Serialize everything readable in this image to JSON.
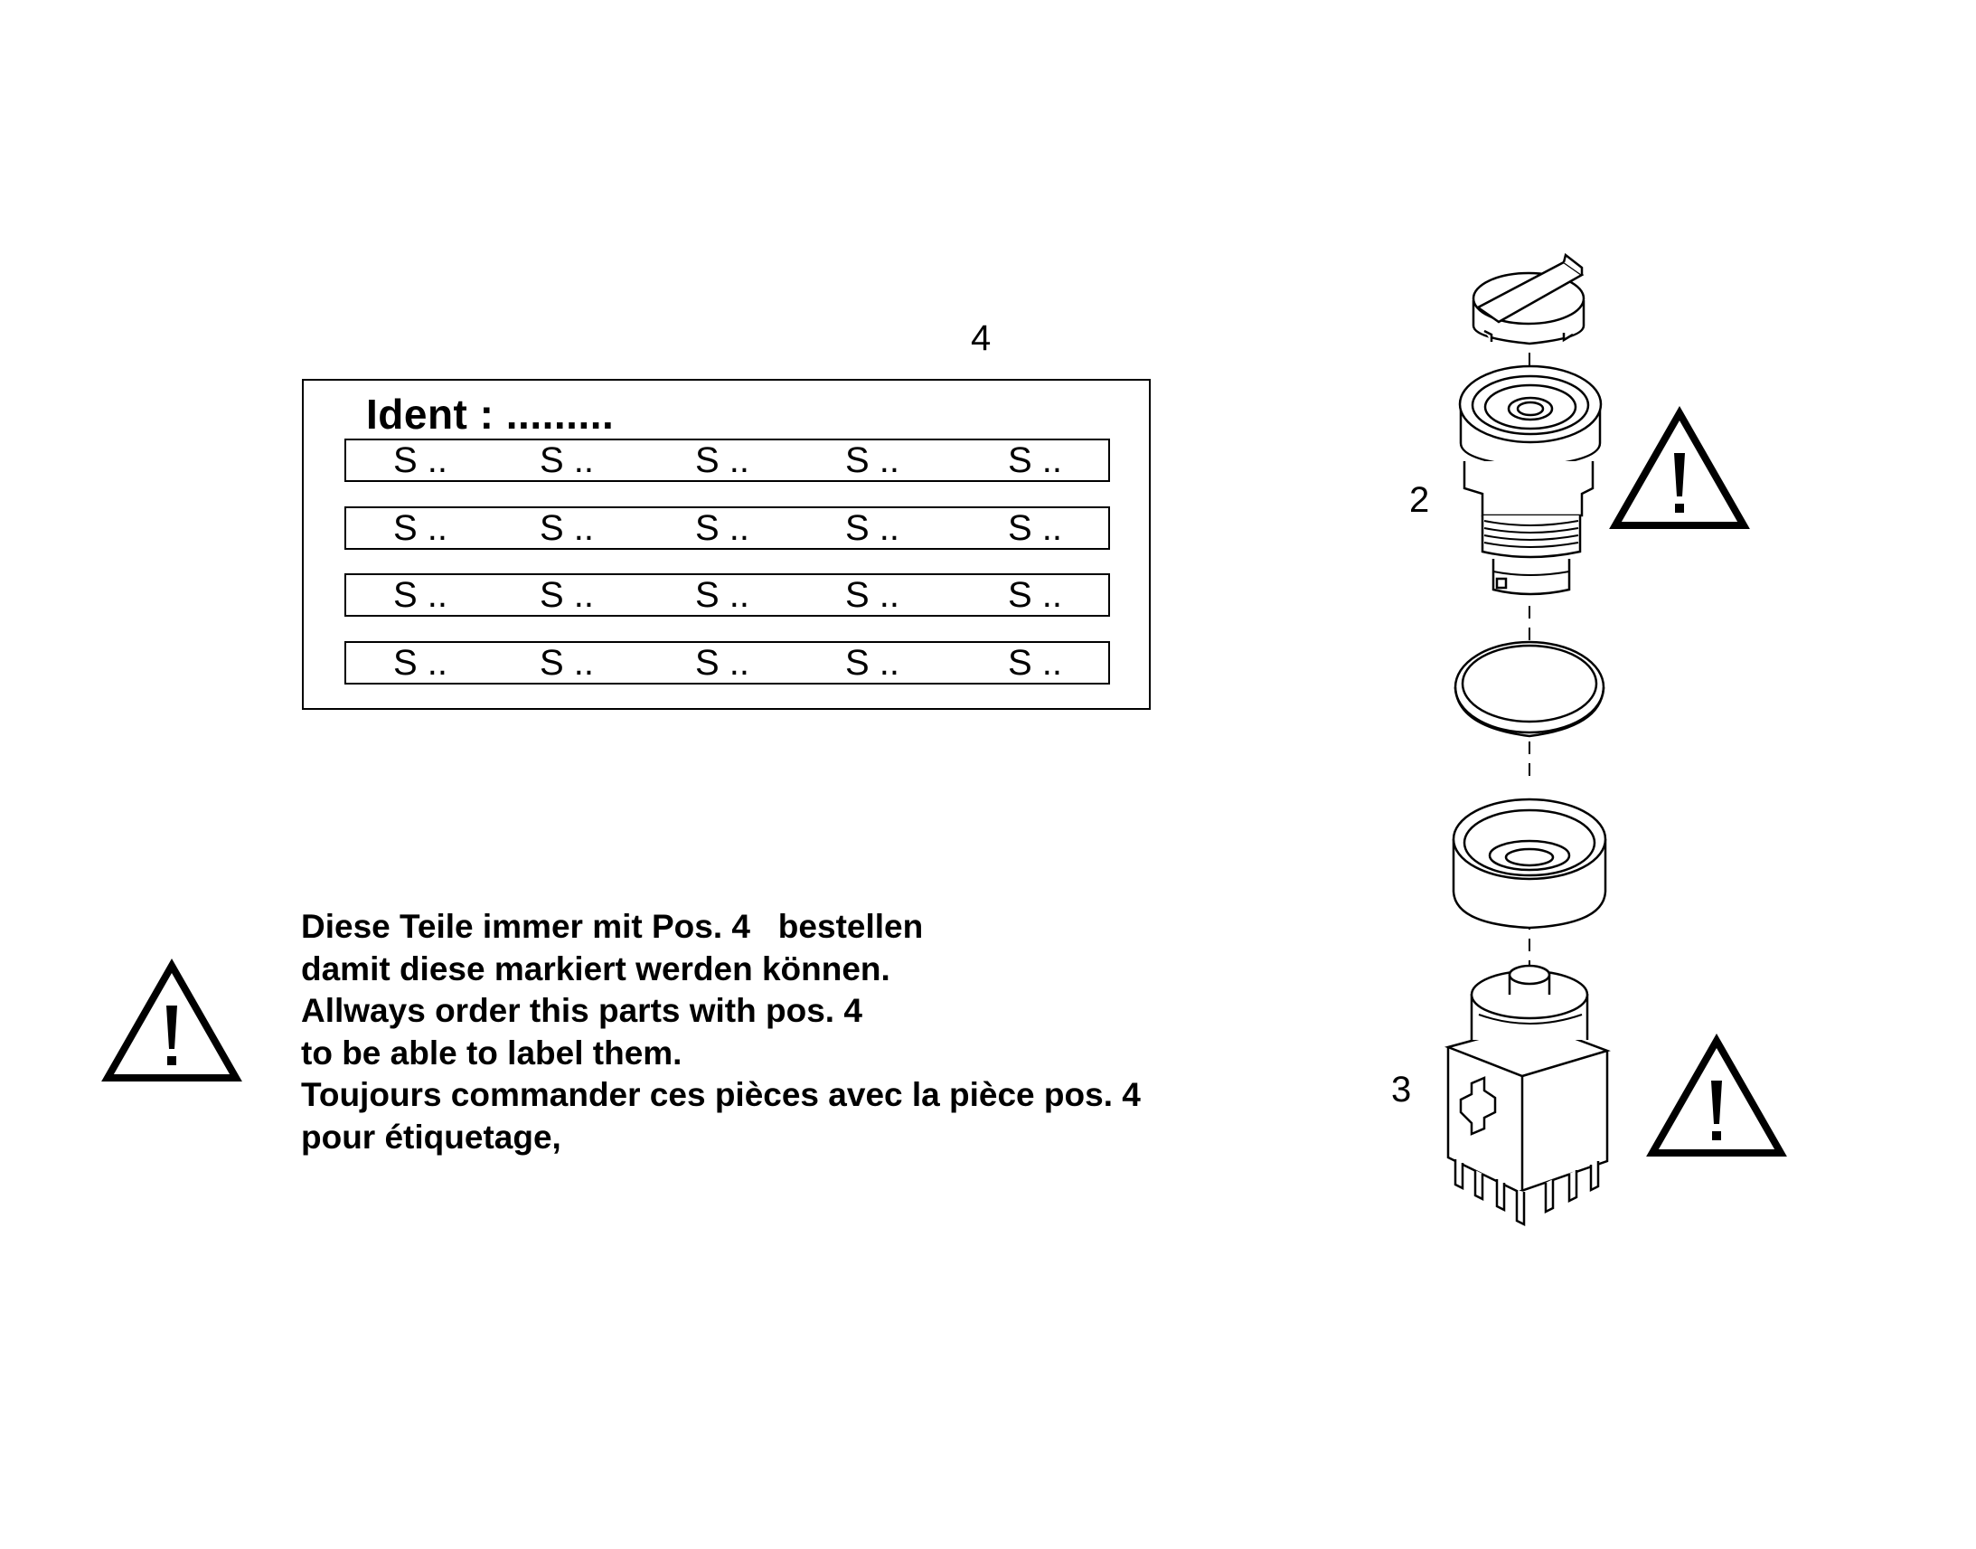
{
  "position_labels": {
    "label_sheet": "4",
    "selector_head": "2",
    "switch_block": "3"
  },
  "label_sheet": {
    "ident_text": "Ident : .........",
    "strips": [
      [
        "S ..",
        "S ..",
        "S ..",
        "S ..",
        "S .."
      ],
      [
        "S ..",
        "S ..",
        "S ..",
        "S ..",
        "S .."
      ],
      [
        "S ..",
        "S ..",
        "S ..",
        "S ..",
        "S .."
      ],
      [
        "S ..",
        "S ..",
        "S ..",
        "S ..",
        "S .."
      ]
    ]
  },
  "note": {
    "lines": [
      "Diese Teile immer mit Pos. 4   bestellen",
      "damit diese markiert werden können.",
      "Allways order this parts with pos. 4",
      "to be able to label them.",
      "Toujours commander ces pièces avec la pièce pos. 4",
      "pour étiquetage,"
    ]
  },
  "icons": {
    "note_warning": "warning-triangle-icon",
    "part2_warning": "warning-triangle-icon",
    "part3_warning": "warning-triangle-icon"
  }
}
